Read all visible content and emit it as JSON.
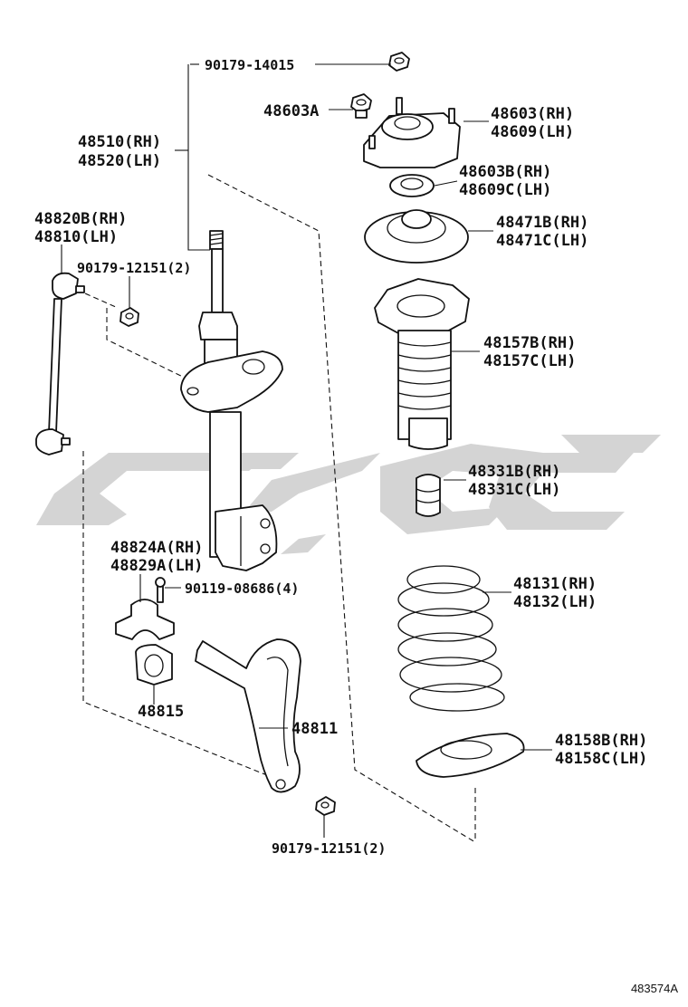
{
  "figure_number": "483574A",
  "labels": {
    "nut_top": "90179-14015",
    "nut_48603a": "48603A",
    "strut_rh": "48510(RH)",
    "strut_lh": "48520(LH)",
    "mount_rh": "48603(RH)",
    "mount_lh": "48609(LH)",
    "bearing_rh": "48603B(RH)",
    "bearing_lh": "48609C(LH)",
    "upper_seat_rh": "48471B(RH)",
    "upper_seat_lh": "48471C(LH)",
    "link_rh": "48820B(RH)",
    "link_lh": "48810(LH)",
    "link_nut": "90179-12151(2)",
    "boot_rh": "48157B(RH)",
    "boot_lh": "48157C(LH)",
    "bumper_rh": "48331B(RH)",
    "bumper_lh": "48331C(LH)",
    "bracket_rh": "48824A(RH)",
    "bracket_lh": "48829A(LH)",
    "bolt": "90119-08686(4)",
    "spring_rh": "48131(RH)",
    "spring_lh": "48132(LH)",
    "bushing": "48815",
    "stabilizer_bar": "48811",
    "lower_seat_rh": "48158B(RH)",
    "lower_seat_lh": "48158C(LH)",
    "bottom_nut": "90179-12151(2)"
  }
}
